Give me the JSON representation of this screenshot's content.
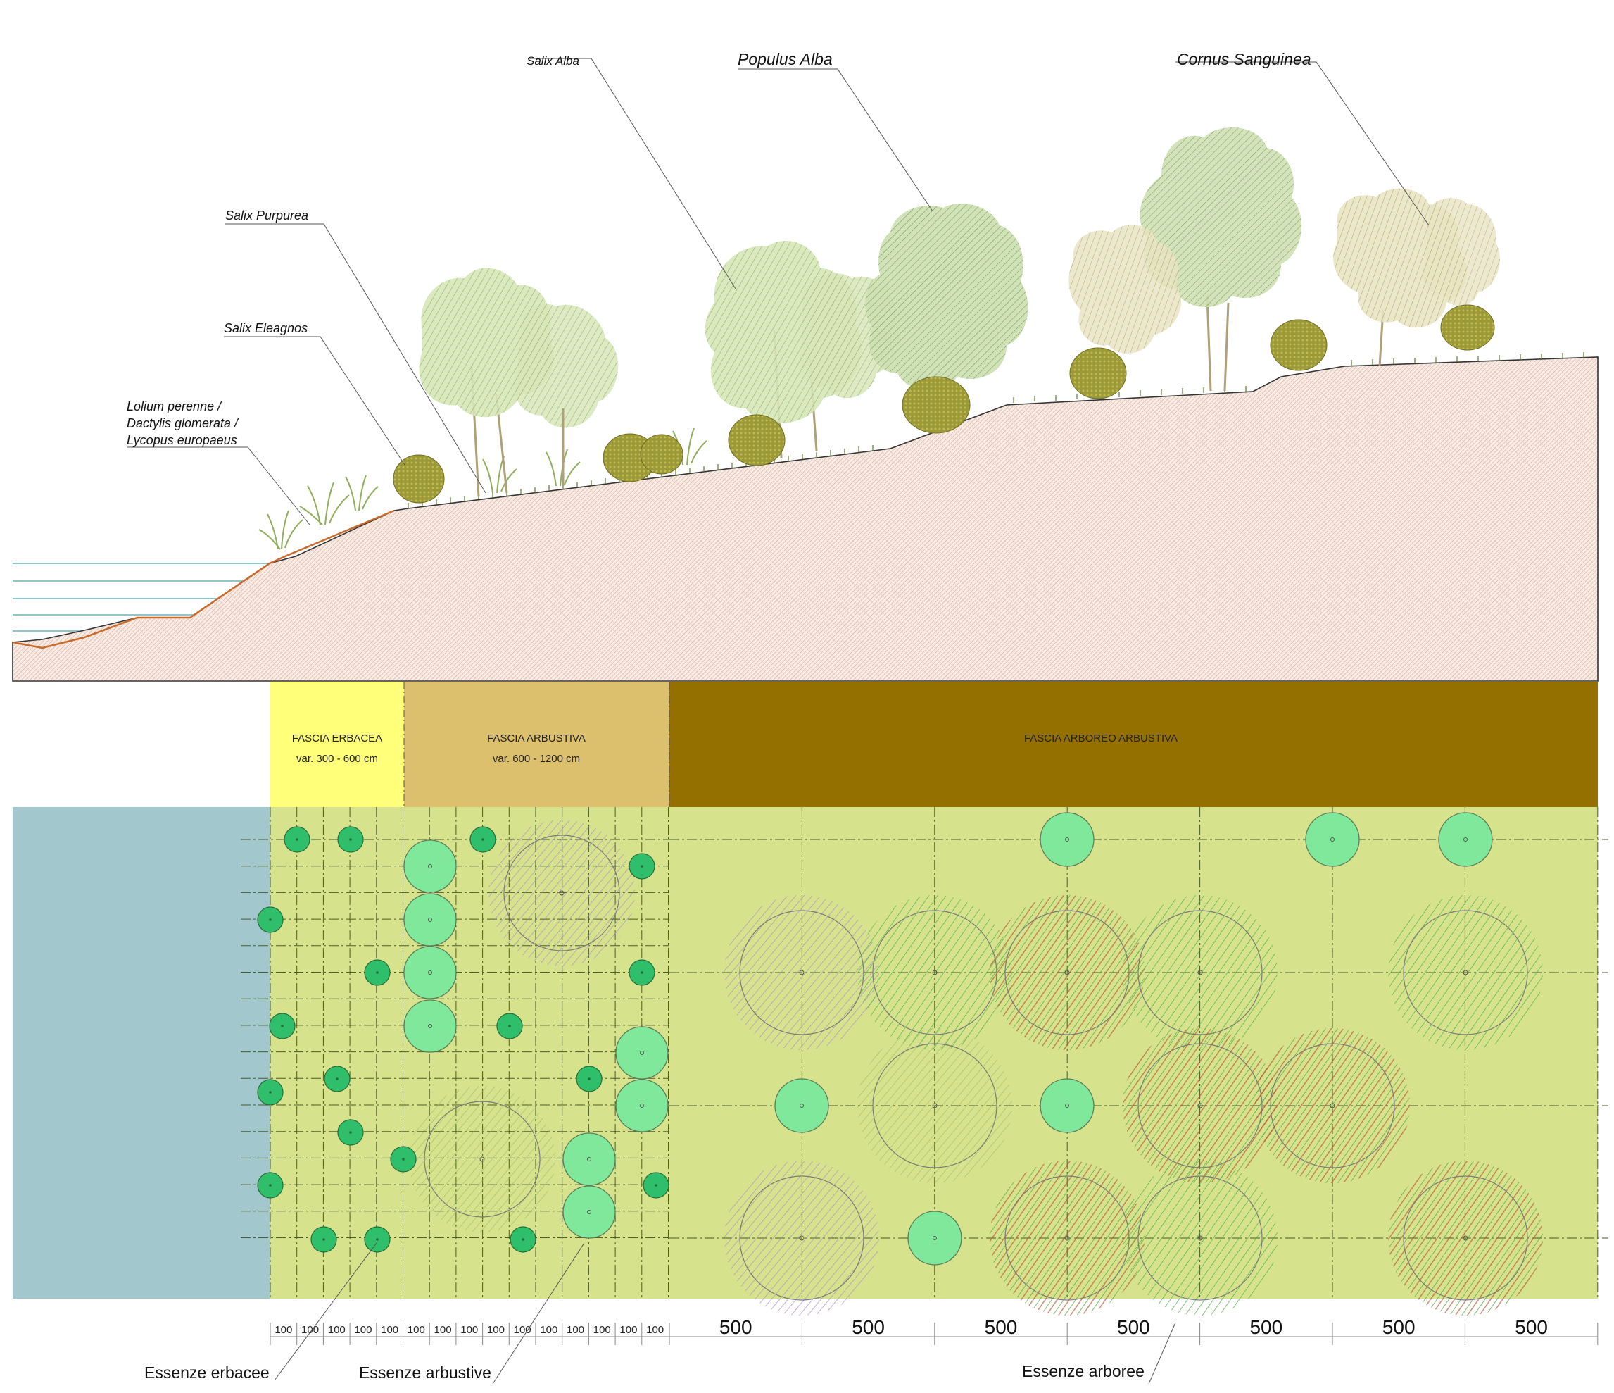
{
  "section": {
    "labels": {
      "salix_alba": "Salix Alba",
      "populus_alba": "Populus Alba",
      "cornus_sanguinea": "Cornus Sanguinea",
      "salix_purpurea": "Salix Purpurea",
      "salix_eleagnos": "Salix Eleagnos",
      "grass_line1": "Lolium perenne /",
      "grass_line2": "Dactylis glomerata /",
      "grass_line3": "Lycopus europaeus"
    }
  },
  "bands": {
    "erbacea": {
      "title": "FASCIA ERBACEA",
      "range": "var. 300 - 600 cm",
      "color": "#ffff7a"
    },
    "arbustiva": {
      "title": "FASCIA ARBUSTIVA",
      "range": "var. 600 - 1200 cm",
      "color": "#dcc06e"
    },
    "arboreo": {
      "title": "FASCIA ARBOREO ARBUSTIVA",
      "color": "#937000"
    }
  },
  "plan": {
    "water_color": "#a2c7cd",
    "field_color": "#d7e38c"
  },
  "dimensions": {
    "small_unit": "100",
    "small_count": 15,
    "big_unit": "500",
    "big_count": 7
  },
  "legend": {
    "erbacee": "Essenze erbacee",
    "arbustive": "Essenze arbustive",
    "arboree": "Essenze arboree"
  }
}
